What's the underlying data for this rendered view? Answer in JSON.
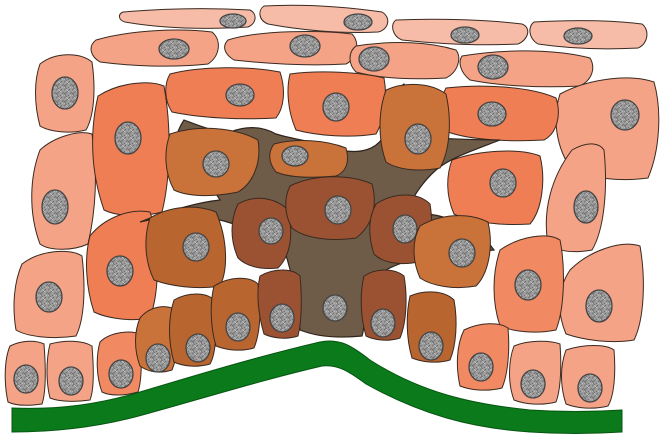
{
  "diagram": {
    "palette": {
      "top_squamous": "#f7bca8",
      "upper_spinous": "#f5a386",
      "spinous": "#f18962",
      "deep_orange": "#ef7e55",
      "brown_light": "#c9733a",
      "brown_mid": "#b8652f",
      "brown_dark": "#9a5233",
      "melanocyte": "#6e5b48",
      "basement_membrane": "#0b7a1a",
      "nucleus_base": "#9a9a9a",
      "nucleus_dark": "#707070",
      "outline": "#3a2a20"
    },
    "components": {
      "layers": [
        "keratinocyte-layer",
        "pigmented-keratinocytes",
        "melanocyte",
        "basement-membrane"
      ],
      "nucleus_texture": "grey-speckled-ellipse"
    }
  }
}
